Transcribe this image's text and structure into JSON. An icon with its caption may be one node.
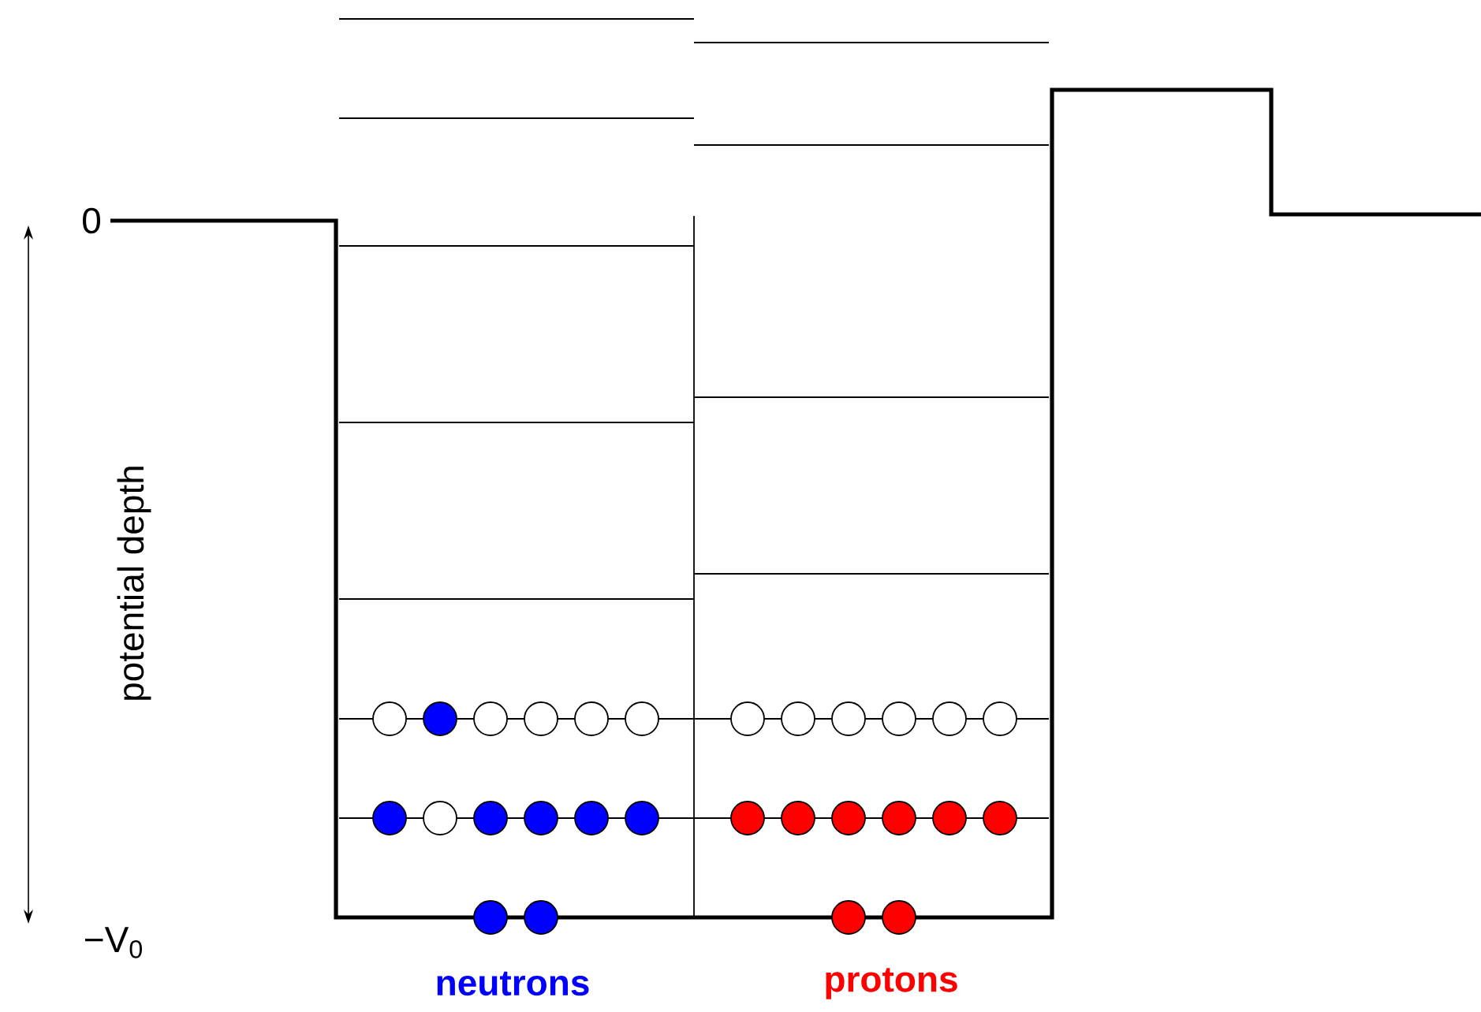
{
  "diagram": {
    "labels": [
      "0",
      "potential depth",
      "−V$_{0}$",
      "neutrons",
      "protons"
    ]
  }
}
